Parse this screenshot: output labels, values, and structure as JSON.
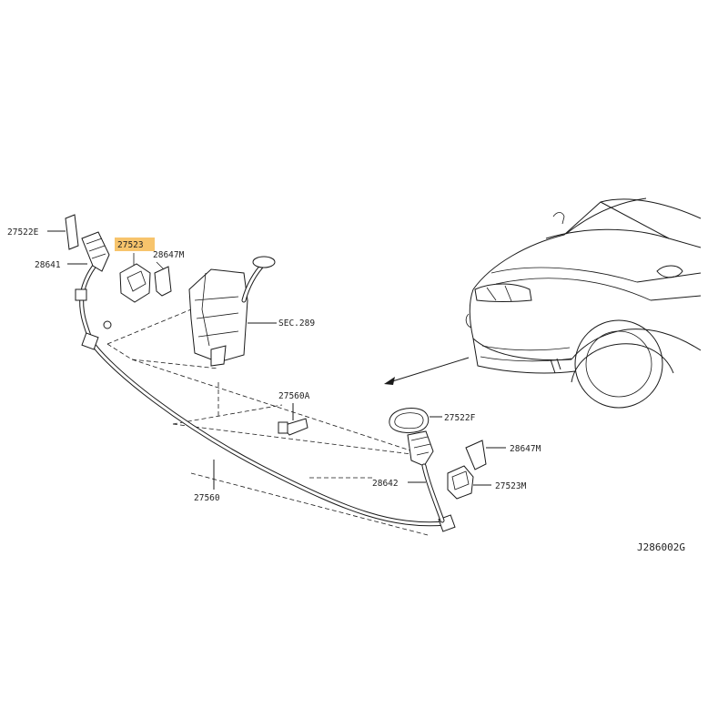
{
  "highlight_color": "#f7c46c",
  "labels": {
    "p27522e": "27522E",
    "p27523": "27523",
    "p28641": "28641",
    "p28647m_left": "28647M",
    "sec289": "SEC.289",
    "p27560a": "27560A",
    "p27560": "27560",
    "p27522f": "27522F",
    "p28647m_right": "28647M",
    "p28642": "28642",
    "p27523m": "27523M"
  },
  "diagram_code": "J286002G"
}
